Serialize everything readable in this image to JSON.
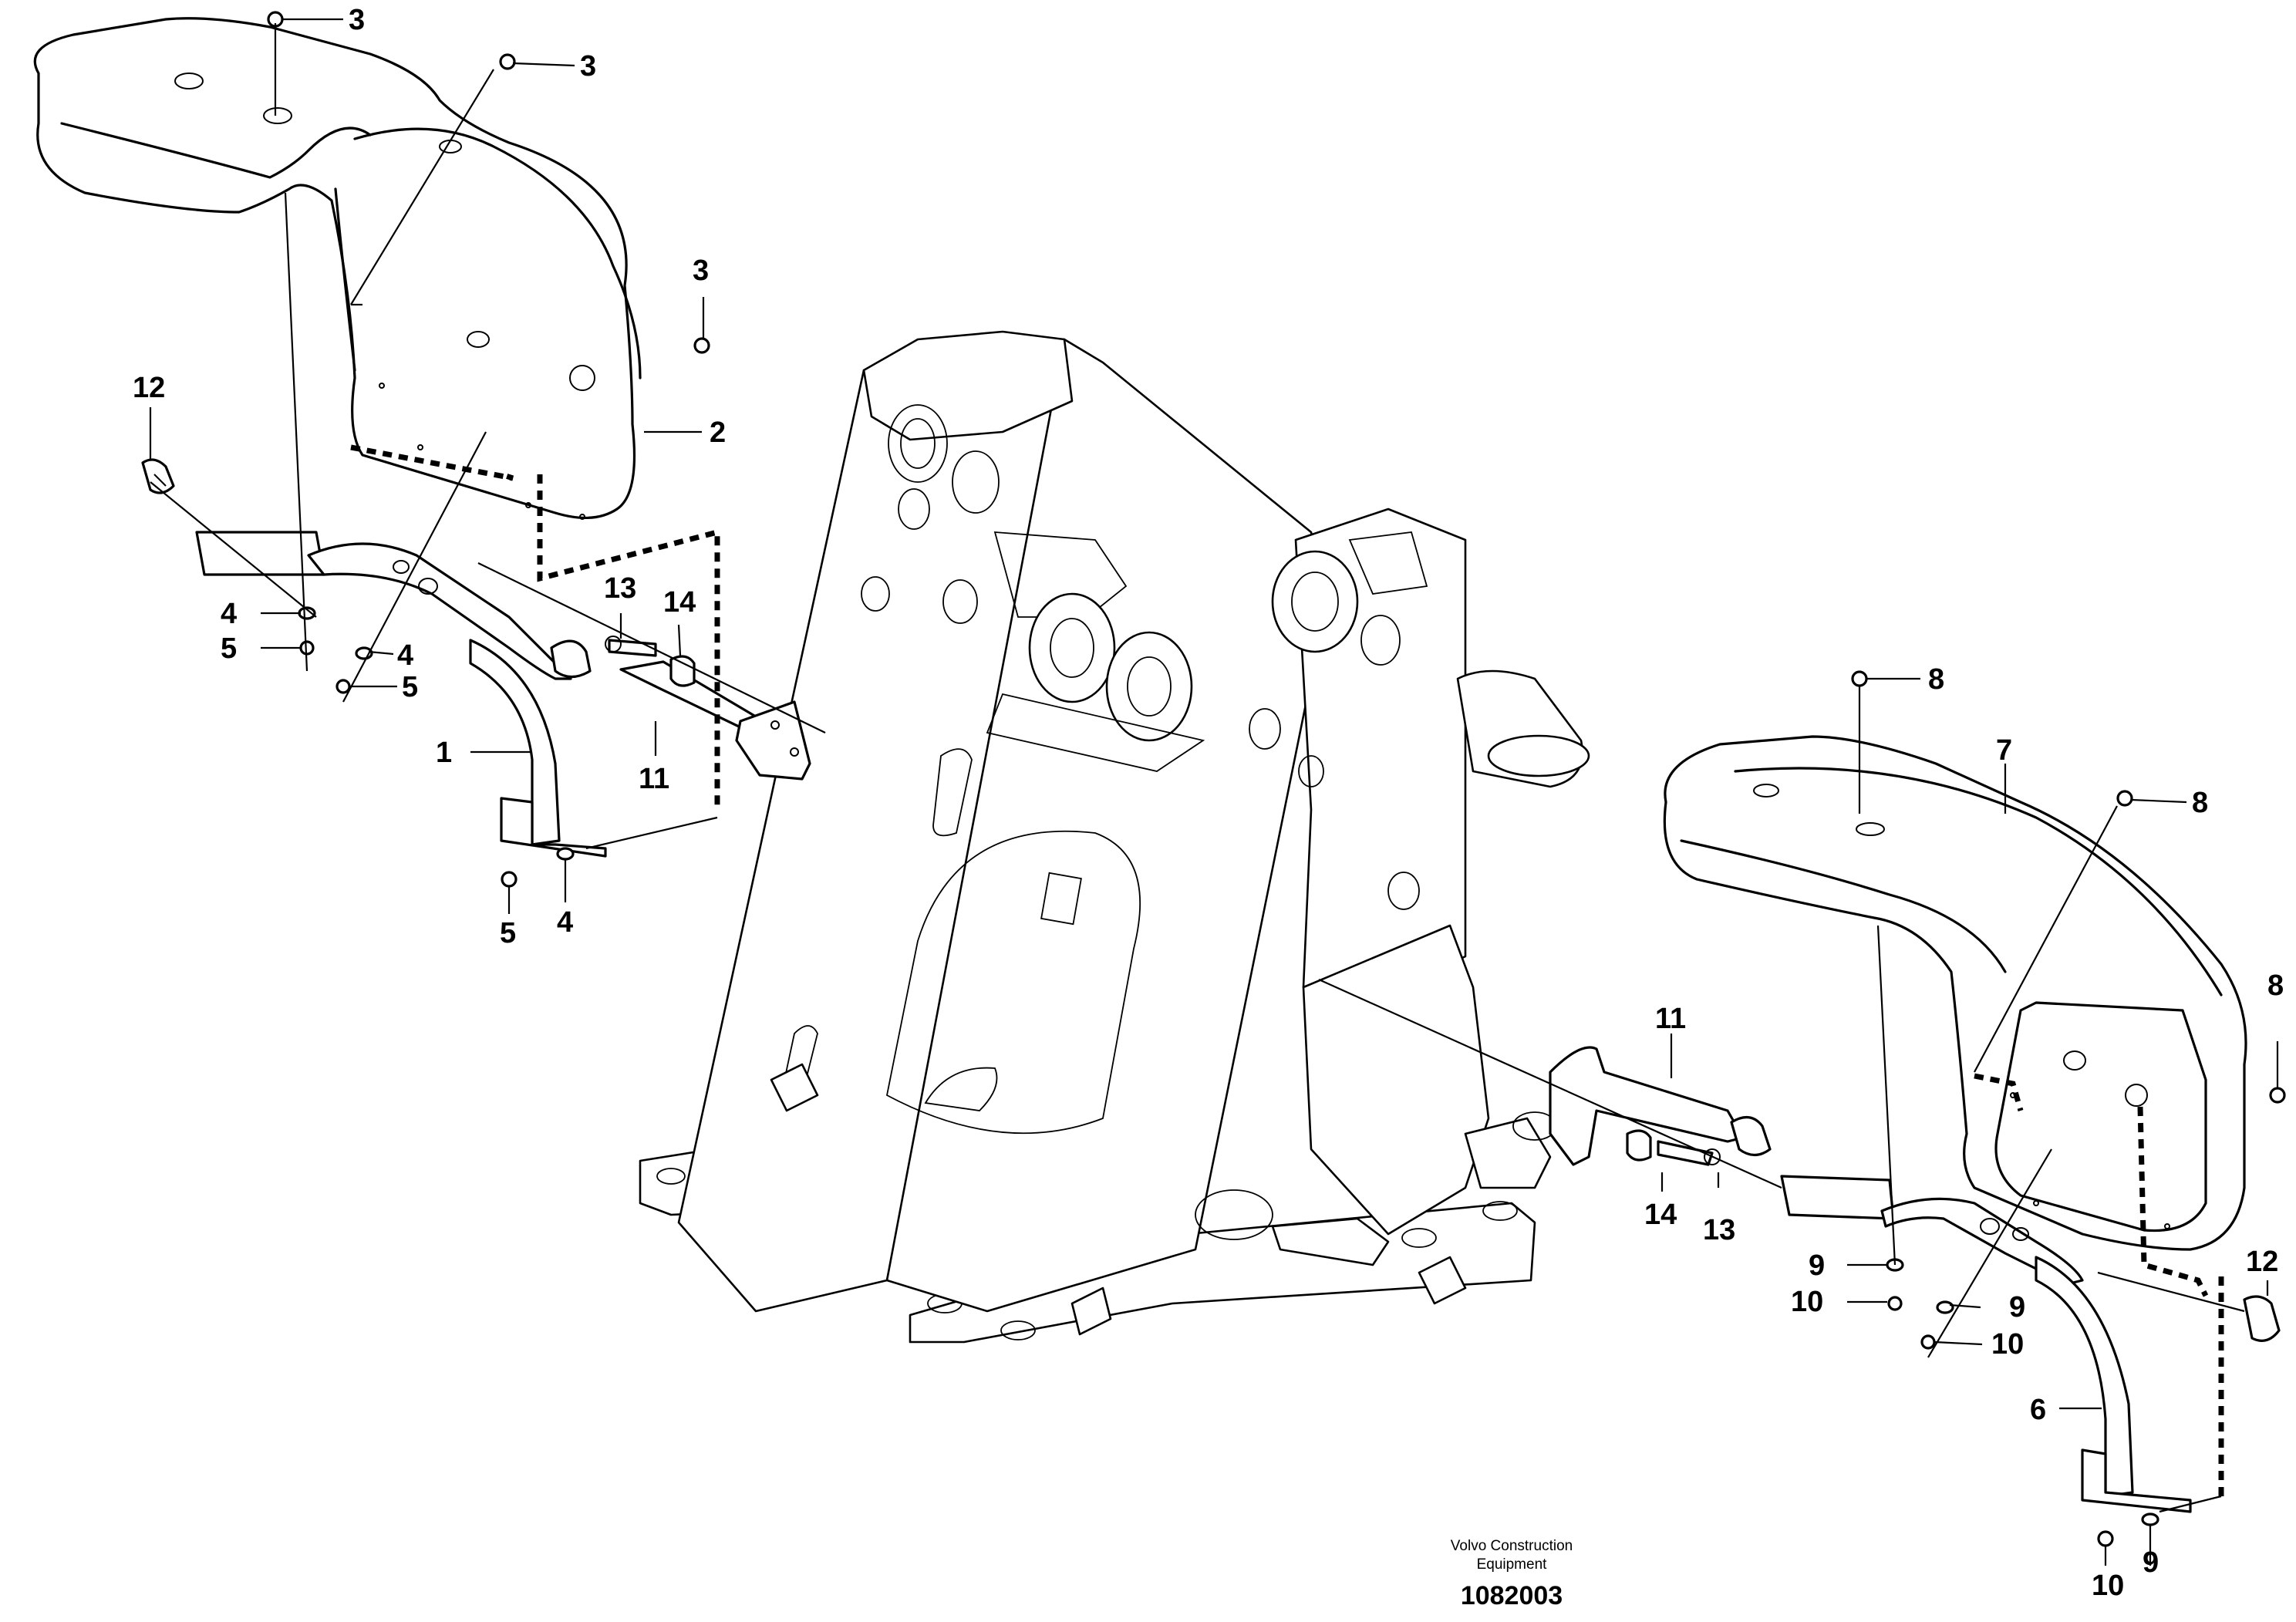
{
  "diagram": {
    "credit_line1": "Volvo Construction",
    "credit_line2": "Equipment",
    "drawing_number": "1082003",
    "callouts": {
      "left_bolt_top": "3",
      "left_bolt_mid": "3",
      "left_bolt_side": "3",
      "left_fender": "2",
      "left_lamp": "12",
      "left_washer_a": "4",
      "left_nut_a": "5",
      "left_washer_b": "4",
      "left_nut_b": "5",
      "left_bracket": "1",
      "left_nut_c": "5",
      "left_washer_c": "4",
      "left_screw": "13",
      "left_spacer": "14",
      "left_arm": "11",
      "right_bolt_top": "8",
      "right_fender": "7",
      "right_bolt_mid": "8",
      "right_bolt_side": "8",
      "right_arm": "11",
      "right_spacer": "14",
      "right_screw": "13",
      "right_washer_a": "9",
      "right_nut_a": "10",
      "right_washer_b": "9",
      "right_nut_b": "10",
      "right_lamp": "12",
      "right_bracket": "6",
      "right_nut_c": "10",
      "right_washer_c": "9"
    }
  }
}
